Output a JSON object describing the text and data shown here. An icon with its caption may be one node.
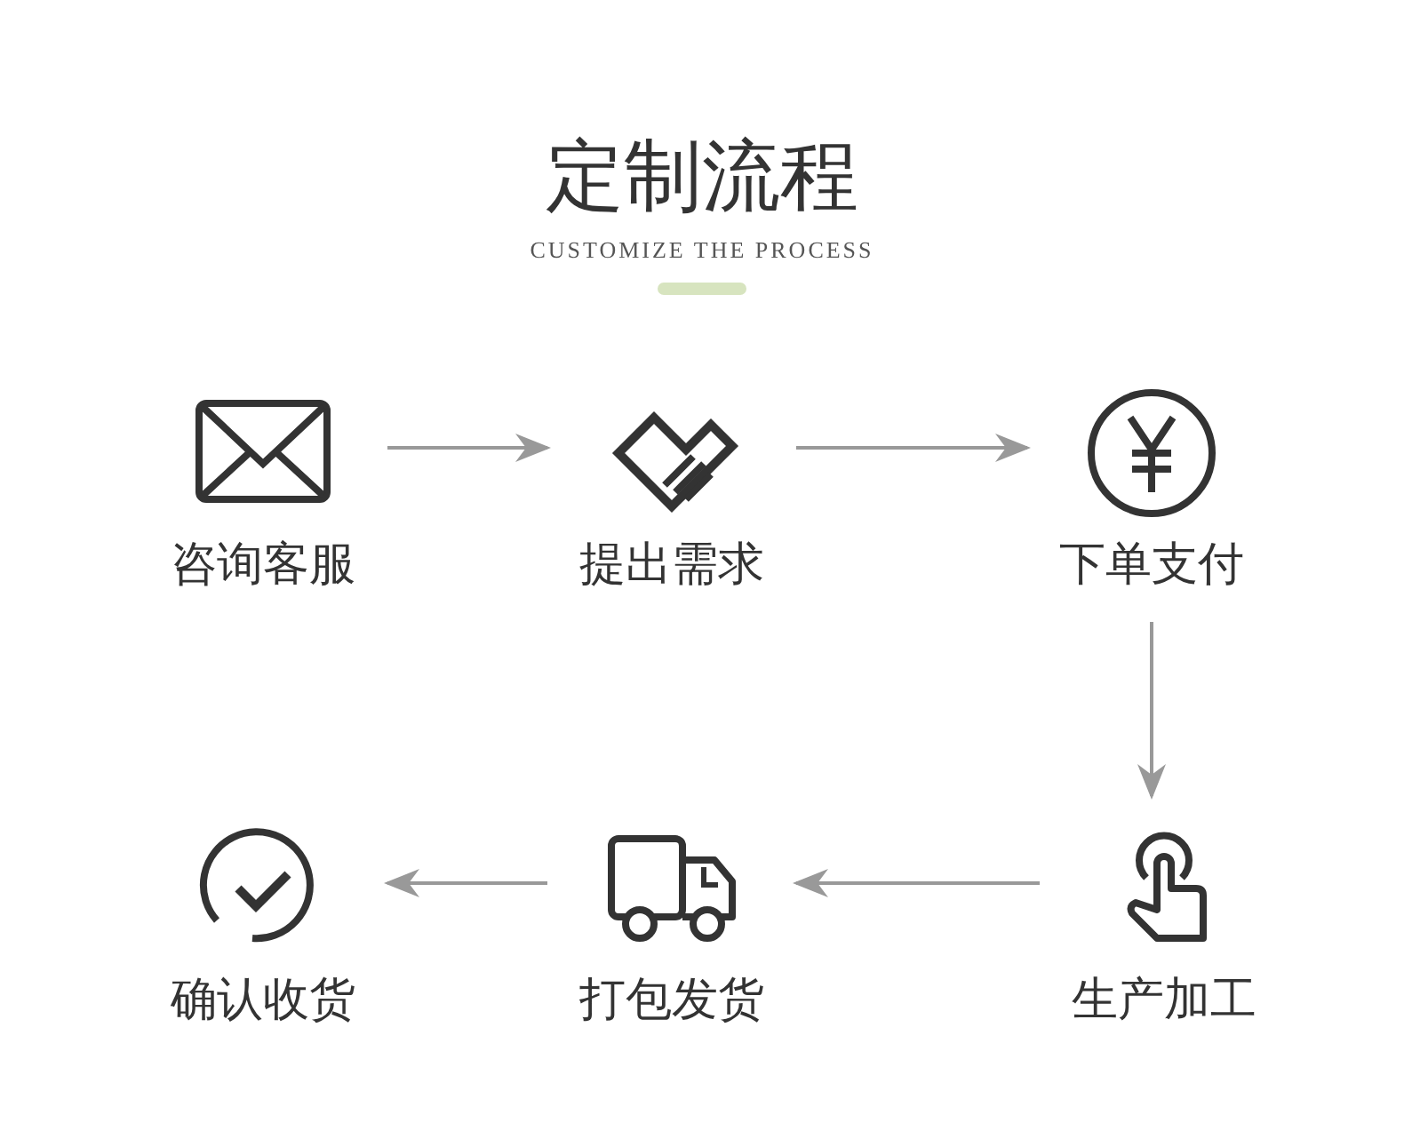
{
  "diagram": {
    "title": "定制流程",
    "nodes": [
      {
        "text": [
          "咨询客服"
        ]
      },
      {
        "text": [
          "提出需求"
        ]
      },
      {
        "text": [
          "下单支付"
        ]
      },
      {
        "text": [
          "生产加工"
        ]
      },
      {
        "text": [
          "打包发货"
        ]
      },
      {
        "text": [
          "确认收货"
        ]
      }
    ],
    "edges": [
      {
        "from": 0,
        "to": 1,
        "arrow": "to"
      },
      {
        "from": 1,
        "to": 2,
        "arrow": "to"
      },
      {
        "from": 2,
        "to": 3,
        "arrow": "to"
      },
      {
        "from": 3,
        "to": 4,
        "arrow": "to"
      },
      {
        "from": 4,
        "to": 5,
        "arrow": "to"
      }
    ],
    "labels": [
      "CUSTOMIZE THE PROCESS"
    ]
  }
}
